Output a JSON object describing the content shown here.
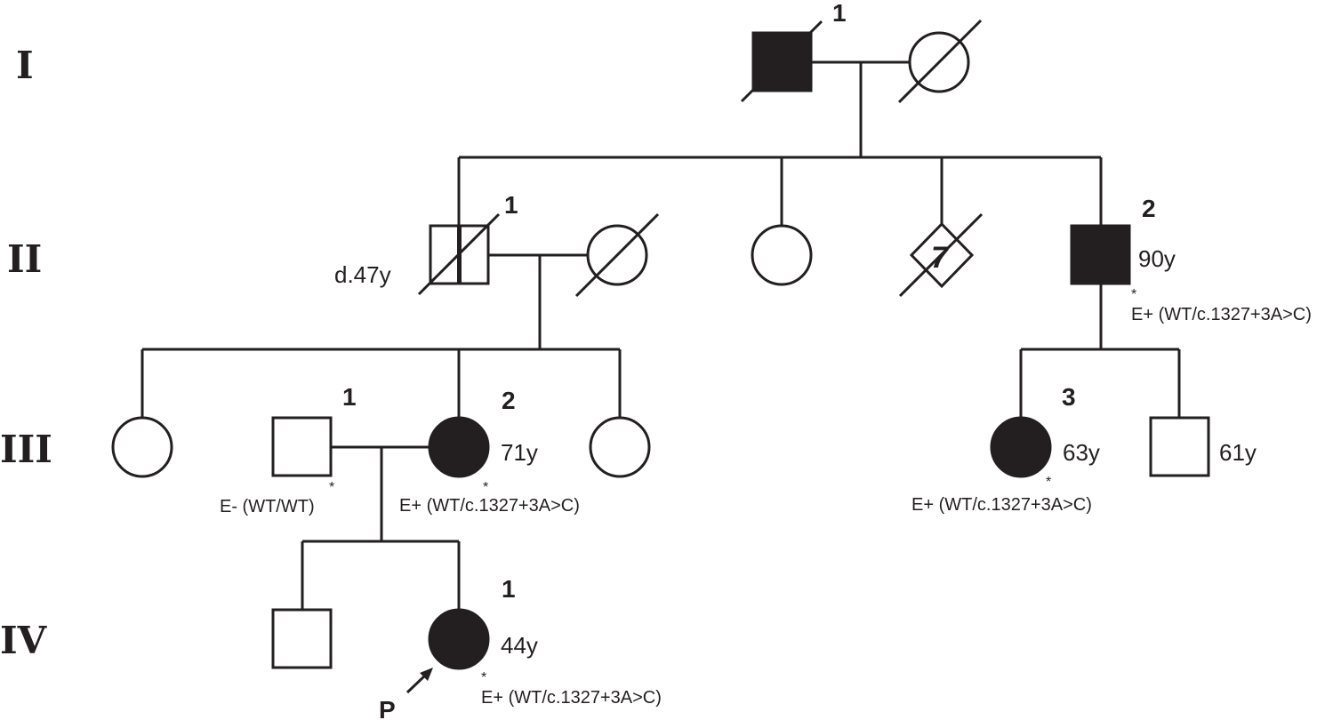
{
  "generations": [
    "I",
    "II",
    "III",
    "IV"
  ],
  "individuals": {
    "I1": {
      "id": "1"
    },
    "II1": {
      "id": "1",
      "age": "d.47y"
    },
    "II_sibship": {
      "count": "7"
    },
    "II2": {
      "id": "2",
      "age": "90y",
      "marker": "*",
      "genotype": "E+ (WT/c.1327+3A>C)"
    },
    "III1": {
      "id": "1",
      "marker": "*",
      "genotype": "E- (WT/WT)"
    },
    "III2": {
      "id": "2",
      "age": "71y",
      "marker": "*",
      "genotype": "E+ (WT/c.1327+3A>C)"
    },
    "III3": {
      "id": "3",
      "age": "63y",
      "marker": "*",
      "genotype": "E+ (WT/c.1327+3A>C)"
    },
    "III_brother": {
      "age": "61y"
    },
    "IV1": {
      "id": "1",
      "age": "44y",
      "marker": "*",
      "genotype": "E+ (WT/c.1327+3A>C)"
    }
  },
  "proband_label": "P",
  "colors": {
    "ink": "#231f20",
    "background": "#ffffff"
  }
}
